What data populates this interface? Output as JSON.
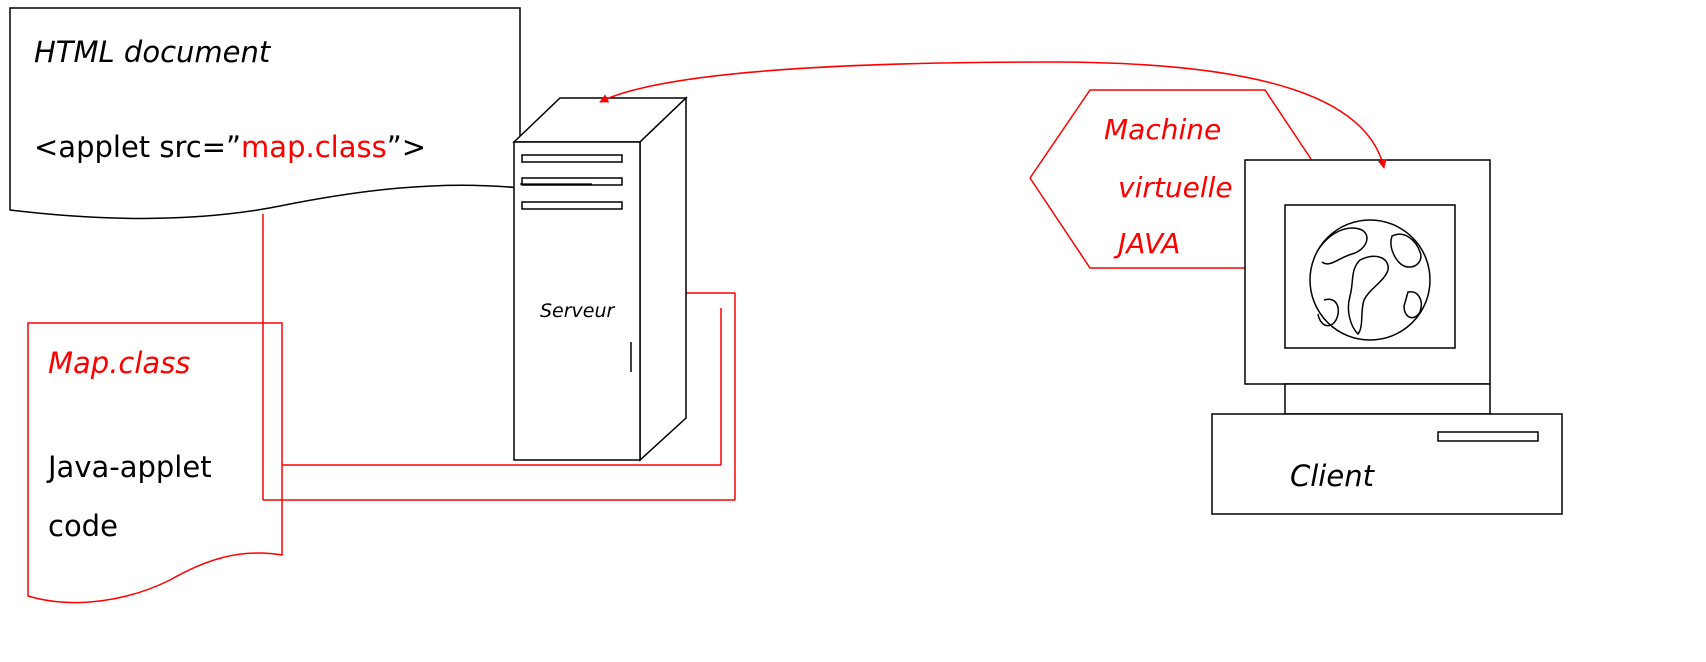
{
  "colors": {
    "accent": "#ff0000",
    "ink": "#000000",
    "background": "#ffffff"
  },
  "html_doc": {
    "title": "HTML document",
    "tag_prefix": "<applet src=”",
    "tag_src": "map.class",
    "tag_suffix": "”>"
  },
  "class_file": {
    "title": "Map.class",
    "body_line1": "Java-applet",
    "body_line2": "code"
  },
  "server": {
    "label": "Serveur"
  },
  "jvm": {
    "line1": "Machine",
    "line2": "virtuelle",
    "line3": "JAVA"
  },
  "client": {
    "label": "Client"
  },
  "icons": [
    "server-tower-icon",
    "computer-monitor-icon",
    "globe-icon"
  ]
}
